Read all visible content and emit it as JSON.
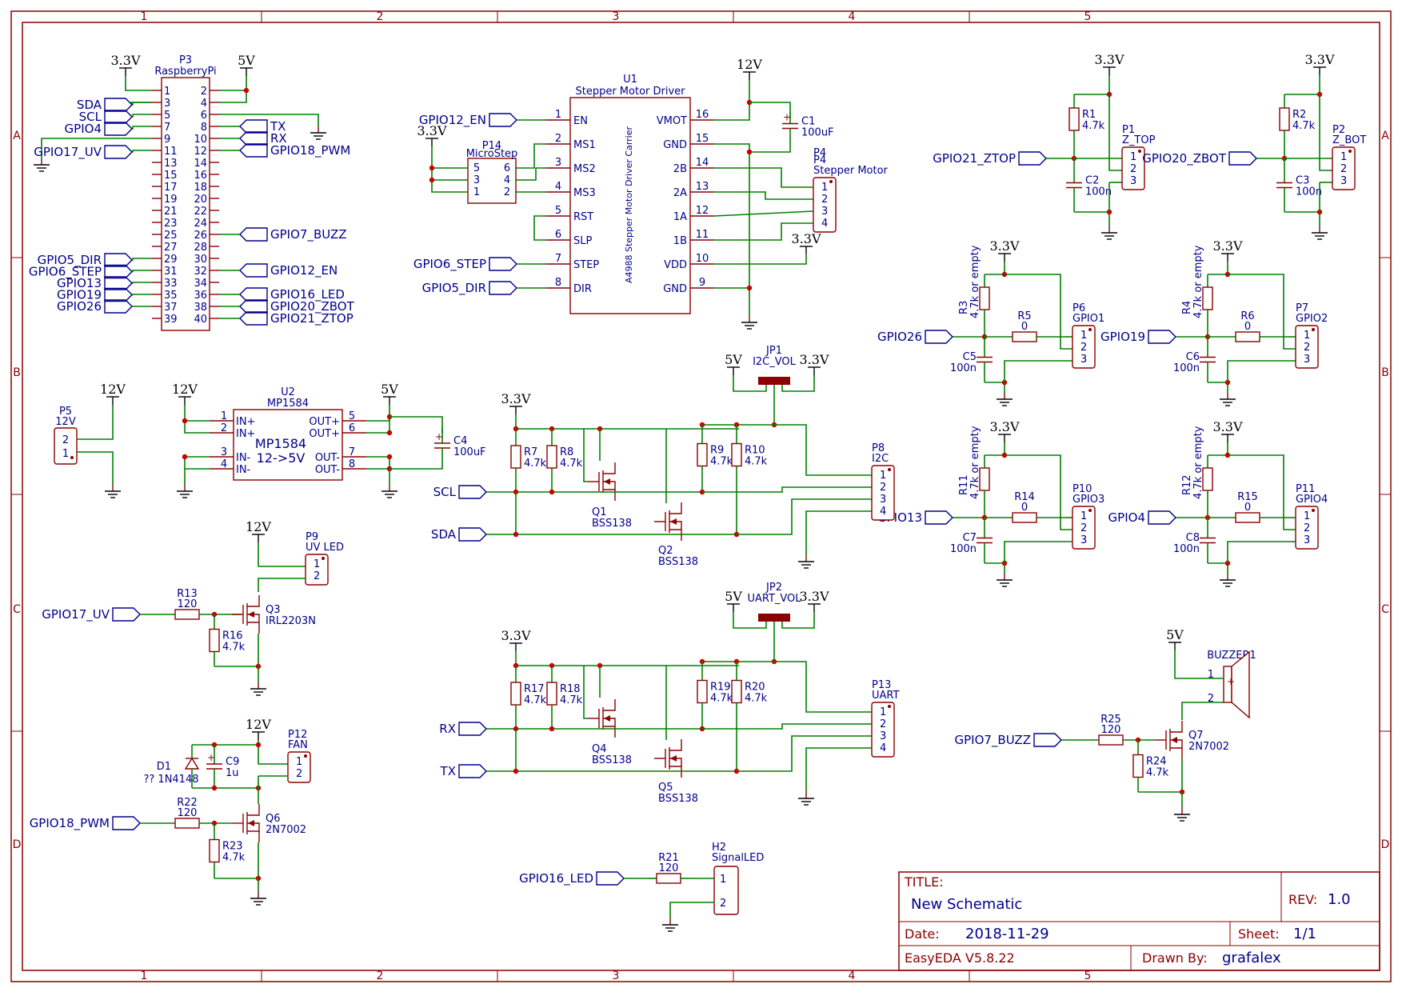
{
  "title_block": {
    "title_label": "TITLE:",
    "title": "New Schematic",
    "rev_label": "REV:",
    "rev": "1.0",
    "date_label": "Date:",
    "date": "2018-11-29",
    "sheet_label": "Sheet:",
    "sheet": "1/1",
    "tool": "EasyEDA V5.8.22",
    "drawn_label": "Drawn By:",
    "drawn_by": "grafalex"
  },
  "zones": {
    "cols": [
      "1",
      "2",
      "3",
      "4",
      "5"
    ],
    "rows": [
      "A",
      "B",
      "C",
      "D"
    ]
  },
  "power": {
    "v33": "3.3V",
    "v5": "5V",
    "v12": "12V"
  },
  "rpi": {
    "ref": "P3",
    "name": "RaspberryPi",
    "left_pins": [
      "1",
      "3",
      "5",
      "7",
      "9",
      "11",
      "13",
      "15",
      "17",
      "19",
      "21",
      "23",
      "25",
      "27",
      "29",
      "31",
      "33",
      "35",
      "37",
      "39"
    ],
    "right_pins": [
      "2",
      "4",
      "6",
      "8",
      "10",
      "12",
      "14",
      "16",
      "18",
      "20",
      "22",
      "24",
      "26",
      "28",
      "30",
      "32",
      "34",
      "36",
      "38",
      "40"
    ],
    "left_nets": [
      "SDA",
      "SCL",
      "GPIO4",
      "GPIO17_UV",
      "GPIO5_DIR",
      "GPIO6_STEP",
      "GPIO13",
      "GPIO19",
      "GPIO26"
    ],
    "right_nets": [
      "TX",
      "RX",
      "GPIO18_PWM",
      "GPIO7_BUZZ",
      "GPIO12_EN",
      "GPIO16_LED",
      "GPIO20_ZBOT",
      "GPIO21_ZTOP"
    ]
  },
  "driver": {
    "ref": "U1",
    "name": "Stepper Motor Driver",
    "vertical": "A4988 Stepper Motor Driver Carrier",
    "left_pins": [
      {
        "num": "1",
        "name": "EN"
      },
      {
        "num": "2",
        "name": "MS1"
      },
      {
        "num": "3",
        "name": "MS2"
      },
      {
        "num": "4",
        "name": "MS3"
      },
      {
        "num": "5",
        "name": "RST"
      },
      {
        "num": "6",
        "name": "SLP"
      },
      {
        "num": "7",
        "name": "STEP"
      },
      {
        "num": "8",
        "name": "DIR"
      }
    ],
    "right_pins": [
      {
        "num": "16",
        "name": "VMOT"
      },
      {
        "num": "15",
        "name": "GND"
      },
      {
        "num": "14",
        "name": "2B"
      },
      {
        "num": "13",
        "name": "2A"
      },
      {
        "num": "12",
        "name": "1A"
      },
      {
        "num": "11",
        "name": "1B"
      },
      {
        "num": "10",
        "name": "VDD"
      },
      {
        "num": "9",
        "name": "GND"
      }
    ],
    "net_en": "GPIO12_EN",
    "net_step": "GPIO6_STEP",
    "net_dir": "GPIO5_DIR"
  },
  "microstep": {
    "ref": "P14",
    "name": "MicroStep",
    "pins": [
      "5",
      "6",
      "3",
      "4",
      "1",
      "2"
    ]
  },
  "motor": {
    "ref": "P4",
    "name": "Stepper Motor",
    "pins": [
      "1",
      "2",
      "3",
      "4"
    ]
  },
  "c1": {
    "ref": "C1",
    "value": "100uF"
  },
  "p1": {
    "ref": "P1",
    "name": "Z_TOP",
    "pins": [
      "1",
      "2",
      "3"
    ],
    "net": "GPIO21_ZTOP"
  },
  "r1": {
    "ref": "R1",
    "value": "4.7k"
  },
  "c2": {
    "ref": "C2",
    "value": "100n"
  },
  "p2": {
    "ref": "P2",
    "name": "Z_BOT",
    "pins": [
      "1",
      "2",
      "3"
    ],
    "net": "GPIO20_ZBOT"
  },
  "r2": {
    "ref": "R2",
    "value": "4.7k"
  },
  "c3": {
    "ref": "C3",
    "value": "100n"
  },
  "gpio_ports": [
    {
      "ref": "P6",
      "name": "GPIO1",
      "net": "GPIO26",
      "rpull": "R3",
      "rser": "R5",
      "cap": "C5"
    },
    {
      "ref": "P7",
      "name": "GPIO2",
      "net": "GPIO19",
      "rpull": "R4",
      "rser": "R6",
      "cap": "C6"
    },
    {
      "ref": "P10",
      "name": "GPIO3",
      "net": "GPIO13",
      "rpull": "R11",
      "rser": "R14",
      "cap": "C7"
    },
    {
      "ref": "P11",
      "name": "GPIO4",
      "net": "GPIO4",
      "rpull": "R12",
      "rser": "R15",
      "cap": "C8"
    }
  ],
  "gpio_port_values": {
    "rpull": "4.7k or empty",
    "rser": "0",
    "cap": "100n",
    "pins": [
      "1",
      "2",
      "3"
    ]
  },
  "p5": {
    "ref": "P5",
    "name": "12V",
    "pins": [
      "2",
      "1"
    ]
  },
  "u2": {
    "ref": "U2",
    "name": "MP1584",
    "body": "MP1584",
    "body2": "12->5V",
    "left_pins": [
      {
        "num": "1",
        "name": "IN+"
      },
      {
        "num": "2",
        "name": "IN+"
      },
      {
        "num": "3",
        "name": "IN-"
      },
      {
        "num": "4",
        "name": "IN-"
      }
    ],
    "right_pins": [
      {
        "num": "5",
        "name": "OUT+"
      },
      {
        "num": "6",
        "name": "OUT+"
      },
      {
        "num": "7",
        "name": "OUT-"
      },
      {
        "num": "8",
        "name": "OUT-"
      }
    ]
  },
  "c4": {
    "ref": "C4",
    "value": "100uF"
  },
  "jp1": {
    "ref": "JP1",
    "name": "I2C_VOL"
  },
  "jp2": {
    "ref": "JP2",
    "name": "UART_VOL"
  },
  "i2c": {
    "r_top": [
      {
        "ref": "R7",
        "value": "4.7k"
      },
      {
        "ref": "R8",
        "value": "4.7k"
      },
      {
        "ref": "R9",
        "value": "4.7k"
      },
      {
        "ref": "R10",
        "value": "4.7k"
      }
    ],
    "q1": {
      "ref": "Q1",
      "value": "BSS138"
    },
    "q2": {
      "ref": "Q2",
      "value": "BSS138"
    },
    "net_a": "SCL",
    "net_b": "SDA",
    "conn": {
      "ref": "P8",
      "name": "I2C",
      "pins": [
        "1",
        "2",
        "3",
        "4"
      ]
    }
  },
  "uart": {
    "r_top": [
      {
        "ref": "R17",
        "value": "4.7k"
      },
      {
        "ref": "R18",
        "value": "4.7k"
      },
      {
        "ref": "R19",
        "value": "4.7k"
      },
      {
        "ref": "R20",
        "value": "4.7k"
      }
    ],
    "q1": {
      "ref": "Q4",
      "value": "BSS138"
    },
    "q2": {
      "ref": "Q5",
      "value": "BSS138"
    },
    "net_a": "RX",
    "net_b": "TX",
    "conn": {
      "ref": "P13",
      "name": "UART",
      "pins": [
        "1",
        "2",
        "3",
        "4"
      ]
    }
  },
  "uv": {
    "conn": {
      "ref": "P9",
      "name": "UV LED",
      "pins": [
        "1",
        "2"
      ]
    },
    "r13": {
      "ref": "R13",
      "value": "120"
    },
    "r16": {
      "ref": "R16",
      "value": "4.7k"
    },
    "q3": {
      "ref": "Q3",
      "value": "IRL2203N"
    },
    "net": "GPIO17_UV"
  },
  "fan": {
    "conn": {
      "ref": "P12",
      "name": "FAN",
      "pins": [
        "1",
        "2"
      ]
    },
    "d1": {
      "ref": "D1",
      "value": "?? 1N4148"
    },
    "c9": {
      "ref": "C9",
      "value": "1u"
    },
    "r22": {
      "ref": "R22",
      "value": "120"
    },
    "r23": {
      "ref": "R23",
      "value": "4.7k"
    },
    "q6": {
      "ref": "Q6",
      "value": "2N7002"
    },
    "net": "GPIO18_PWM"
  },
  "buzzer": {
    "ref": "BUZZER1",
    "pins": [
      "1",
      "2"
    ],
    "r25": {
      "ref": "R25",
      "value": "120"
    },
    "r24": {
      "ref": "R24",
      "value": "4.7k"
    },
    "q7": {
      "ref": "Q7",
      "value": "2N7002"
    },
    "net": "GPIO7_BUZZ"
  },
  "led": {
    "conn": {
      "ref": "H2",
      "name": "SignalLED",
      "pins": [
        "1",
        "2"
      ]
    },
    "r21": {
      "ref": "R21",
      "value": "120"
    },
    "net": "GPIO16_LED"
  }
}
